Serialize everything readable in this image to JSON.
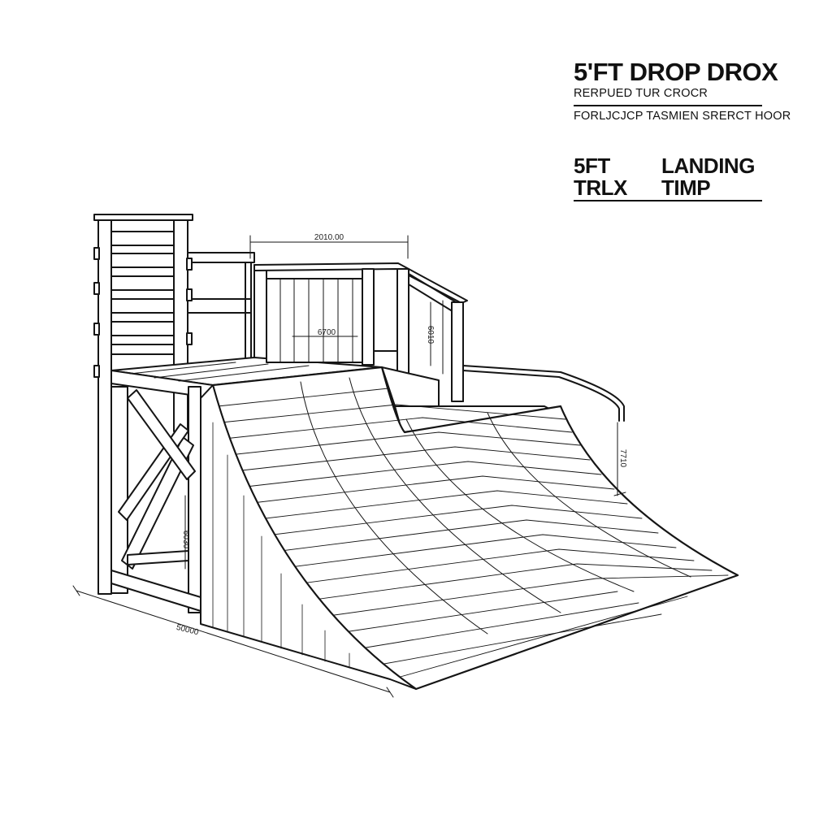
{
  "title_block": {
    "title": "5'FT DROP DROX",
    "subtitle": "RERPUED TUR CROCR",
    "note": "FORLJCJCP TASMIEN SRERCT HOOR"
  },
  "spec_table": {
    "left_top": "5FT",
    "left_bottom": "TRLX",
    "right_top": "LANDING",
    "right_bottom": "TIMP"
  },
  "dimensions": {
    "top_width": "2010.00",
    "inner_rail": "6700",
    "rail_height": "6010",
    "right_height": "7710",
    "leg_height": "6030",
    "base_length": "50000"
  }
}
